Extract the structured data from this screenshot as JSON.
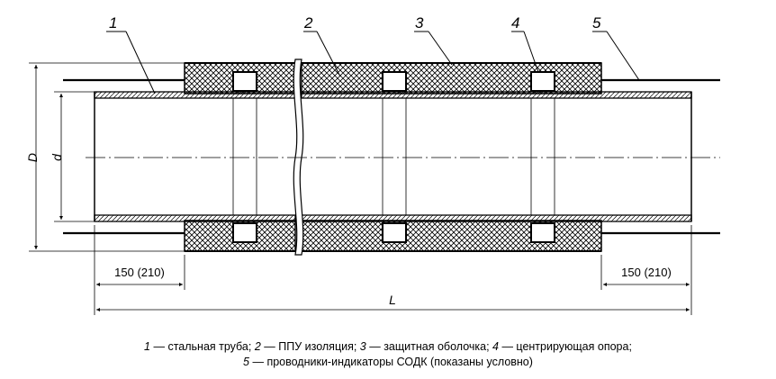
{
  "callouts": [
    "1",
    "2",
    "3",
    "4",
    "5"
  ],
  "dimensions": {
    "outer_diameter": "D",
    "inner_diameter": "d",
    "left_end": "150 (210)",
    "right_end": "150 (210)",
    "length": "L"
  },
  "legend": {
    "line1": [
      {
        "num": "1",
        "text": " — стальная труба; "
      },
      {
        "num": "2",
        "text": " — ППУ изоляция; "
      },
      {
        "num": "3",
        "text": " — защитная оболочка; "
      },
      {
        "num": "4",
        "text": " — центрирующая опора;"
      }
    ],
    "line2": [
      {
        "num": "5",
        "text": " — проводники-индикаторы СОДК (показаны условно)"
      }
    ]
  }
}
